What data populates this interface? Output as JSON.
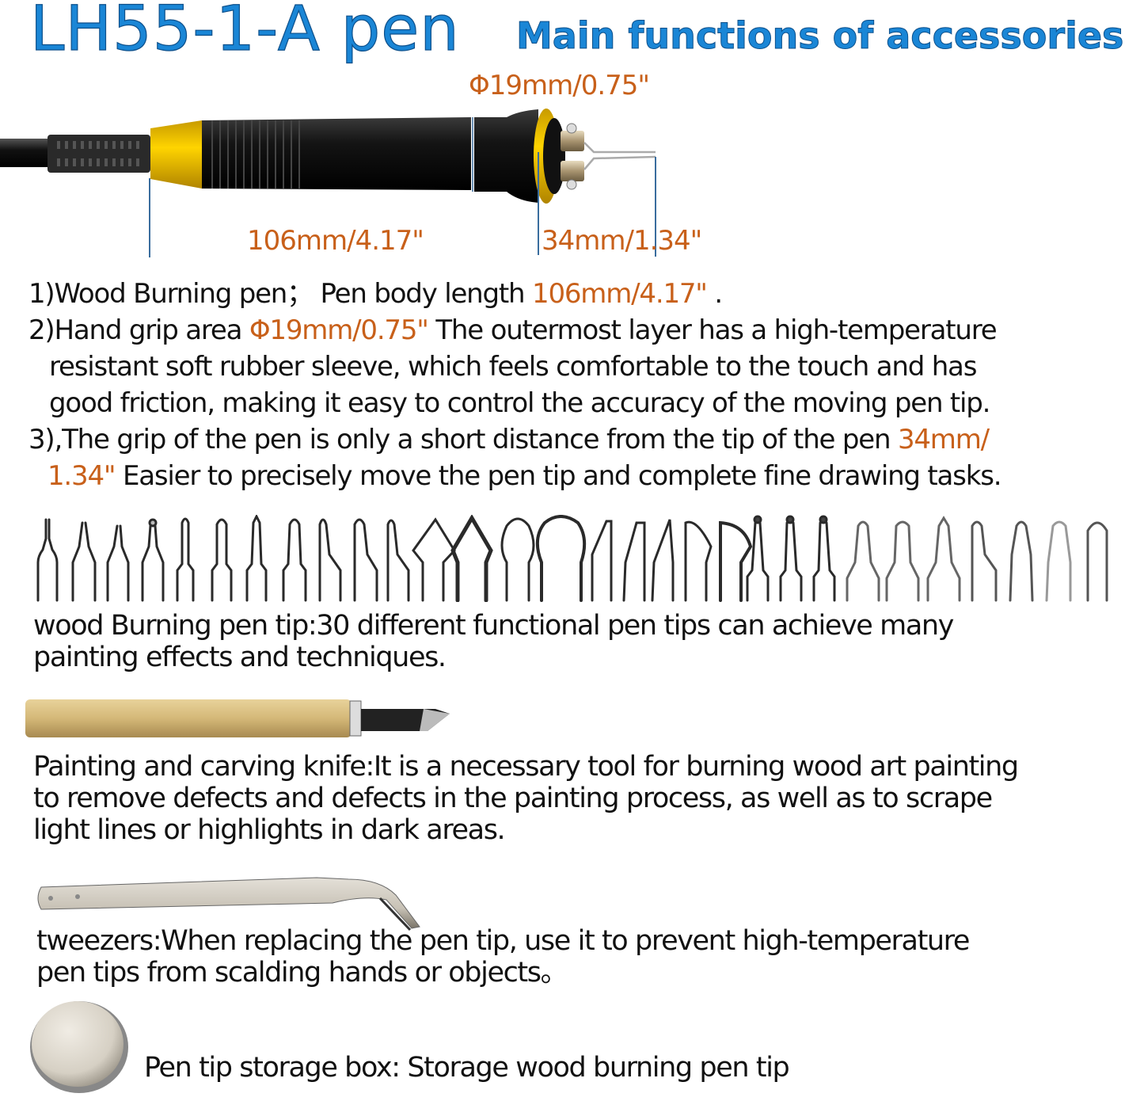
{
  "header": {
    "model": "LH55-1-A pen",
    "subtitle": "Main functions of accessories"
  },
  "pen_diagram": {
    "grip_diameter": "Φ19mm/0.75\"",
    "body_length": "106mm/4.17\"",
    "tip_distance": "34mm/1.34\"",
    "colors": {
      "body": "#1b1b1b",
      "ring": "#f2c500",
      "dimension_text": "#c8601a",
      "dimension_lines": "#3a6d9e"
    }
  },
  "features": [
    {
      "prefix": "1)Wood Burning pen；  Pen body length ",
      "value": "106mm/4.17\"",
      "suffix": "  ."
    },
    {
      "prefix": "2)Hand grip area  ",
      "value": "Φ19mm/0.75\"",
      "suffix": "  The outermost layer has a high-temperature",
      "cont1": "resistant soft rubber sleeve, which feels comfortable to the touch and has",
      "cont2": "good friction, making it easy to control the accuracy of the moving pen tip."
    },
    {
      "prefix": "3),The grip of the pen is only a short distance from the tip of the pen ",
      "value": "34mm/",
      "value2": "1.34\"",
      "cont": "  Easier to precisely move the pen tip and complete fine drawing tasks."
    }
  ],
  "accessories": {
    "tips": {
      "count": 30,
      "line1": "wood Burning pen tip:30 different functional pen tips can achieve many",
      "line2": "painting effects and techniques."
    },
    "knife": {
      "line1": "Painting and carving knife:It is a necessary tool for burning wood art painting",
      "line2": "to remove defects and defects in the painting process, as well as to scrape",
      "line3": "light lines or highlights in dark areas."
    },
    "tweezers": {
      "line1": "tweezers:When replacing the pen tip, use it to prevent high-temperature",
      "line2": "pen tips from scalding hands or objects。"
    },
    "storage_box": {
      "text": "Pen tip storage box:  Storage wood burning pen tip"
    }
  },
  "colors": {
    "title": "#1a86d6",
    "accent": "#c8601a",
    "text": "#111111"
  }
}
